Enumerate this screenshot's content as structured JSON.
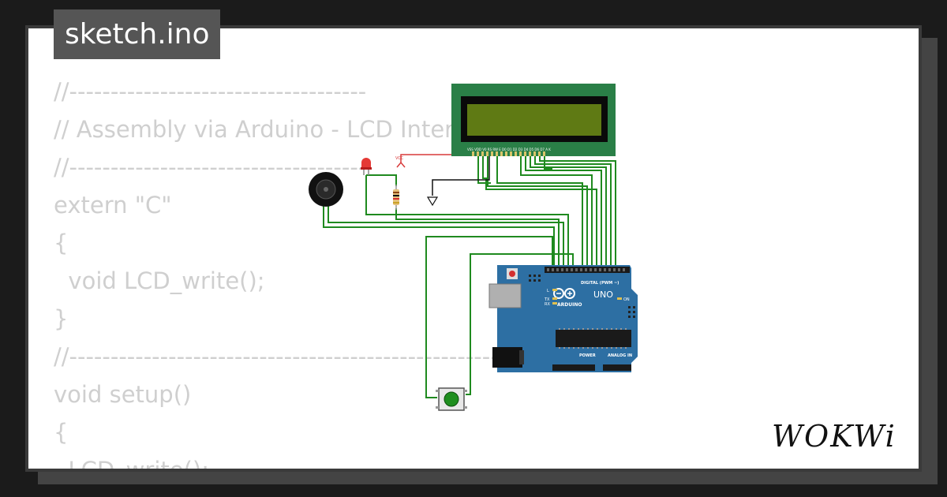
{
  "file_tab": {
    "label": "sketch.ino"
  },
  "code_lines": [
    "//------------------------------------",
    "// Assembly via Arduino - LCD Interface",
    "//------------------------------------",
    "extern \"C\"",
    "{",
    "  void LCD_write();",
    "}",
    "//------------------------------------------------------------",
    "void setup()",
    "{",
    "  LCD_write();"
  ],
  "circuit": {
    "lcd_pin_labels": "VSS VDD V0 RS RW E D0 D1 D2 D3 D4 D5 D6 D7 A K",
    "vcc_label": "VCC",
    "board": {
      "brand": "ARDUINO",
      "model": "UNO",
      "digital_label": "DIGITAL (PWM ~)",
      "power_label": "POWER",
      "analog_label": "ANALOG IN",
      "led_l": "L",
      "led_tx": "TX",
      "led_rx": "RX",
      "led_on": "ON"
    },
    "wire_color": "#1f8a1f",
    "vcc_wire_color": "#d83a3a",
    "gnd_wire_color": "#111111",
    "board_color": "#2d6fa3",
    "lcd_color": "#2a7f47"
  },
  "logo": {
    "text": "WOKWi"
  }
}
